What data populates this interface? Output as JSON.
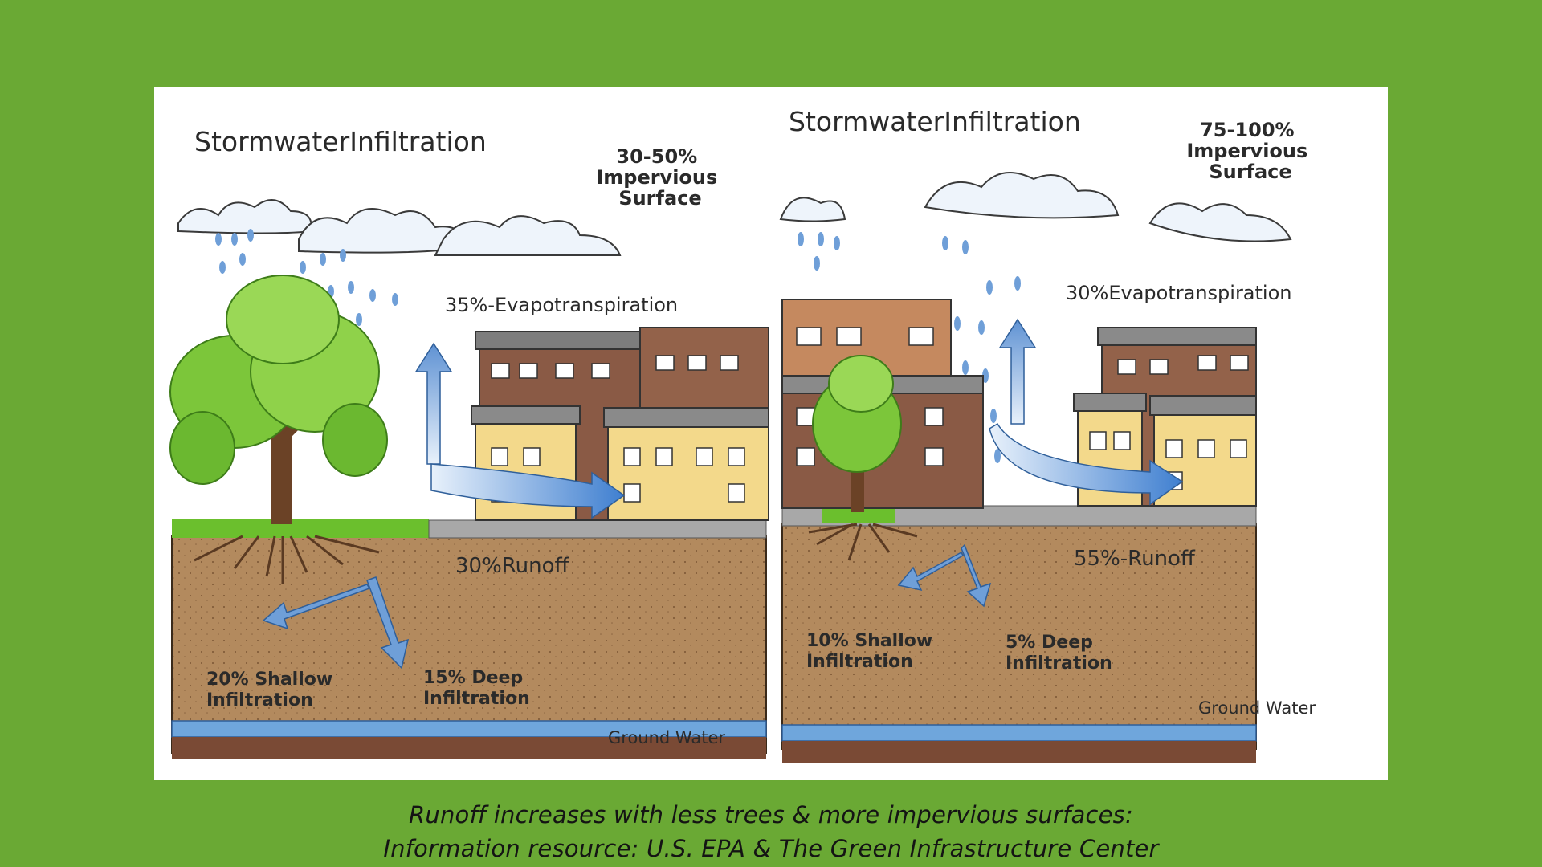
{
  "left_scene": {
    "title": "StormwaterInfiltration",
    "impervious_lines": [
      "30-50%",
      "Impervious",
      "Surface"
    ],
    "evapotranspiration": "35%-Evapotranspiration",
    "runoff": "30%Runoff",
    "shallow_lines": [
      "20% Shallow",
      "Infiltration"
    ],
    "deep_lines": [
      "15% Deep",
      "Infiltration"
    ],
    "ground_water": "Ground Water"
  },
  "right_scene": {
    "title": "StormwaterInfiltration",
    "impervious_lines": [
      "75-100%",
      "Impervious",
      "Surface"
    ],
    "evapotranspiration": "30%Evapotranspiration",
    "runoff": "55%-Runoff",
    "shallow_lines": [
      "10% Shallow",
      "Infiltration"
    ],
    "deep_lines": [
      "5% Deep",
      "Infiltration"
    ],
    "ground_water": "Ground Water"
  },
  "caption": {
    "line1": "Runoff increases with less trees & more impervious surfaces:",
    "line2": "Information resource: U.S. EPA  &  The Green Infrastructure Center"
  },
  "colors": {
    "background": "#6aa934",
    "soil": "#b0875c",
    "ground_water": "#6fa6dc",
    "tree_green": "#7cc63a",
    "arrow_blue": "#6f9fd8"
  }
}
